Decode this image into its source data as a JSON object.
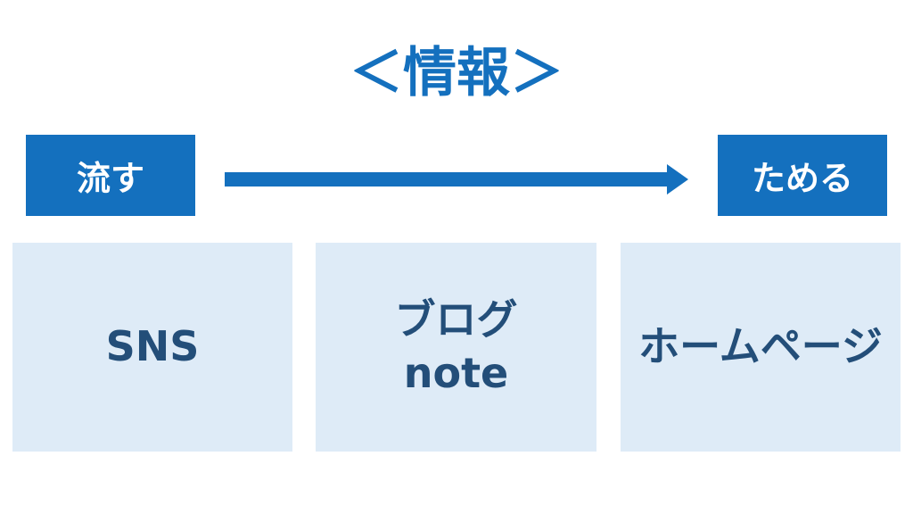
{
  "title": "＜情報＞",
  "labels": {
    "left": "流す",
    "right": "ためる"
  },
  "boxes": [
    {
      "lines": [
        "SNS"
      ]
    },
    {
      "lines": [
        "ブログ",
        "note"
      ]
    },
    {
      "lines": [
        "ホームページ"
      ]
    }
  ],
  "colors": {
    "accent": "#1470be",
    "box_fill": "#deebf7",
    "box_text": "#234e79"
  },
  "arrow_icon": "arrow-right-icon"
}
